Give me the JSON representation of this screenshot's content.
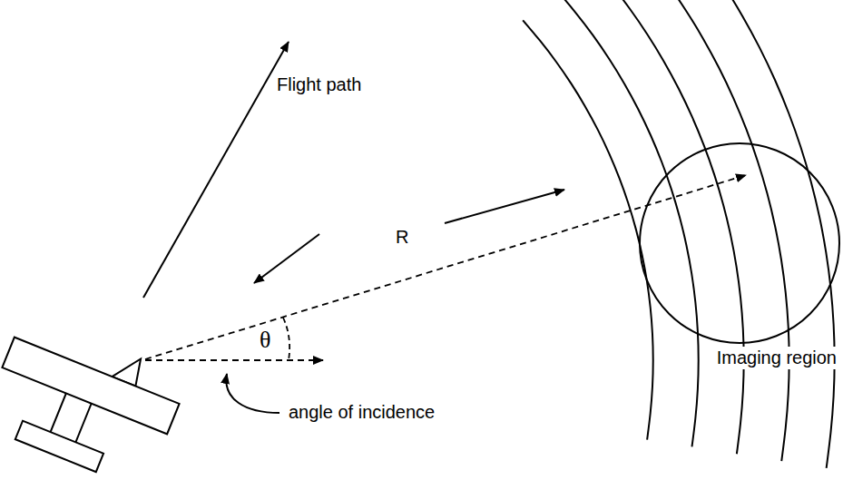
{
  "diagram": {
    "labels": [
      "Flight path",
      "R",
      "θ",
      "angle of incidence",
      "Imaging region"
    ]
  }
}
